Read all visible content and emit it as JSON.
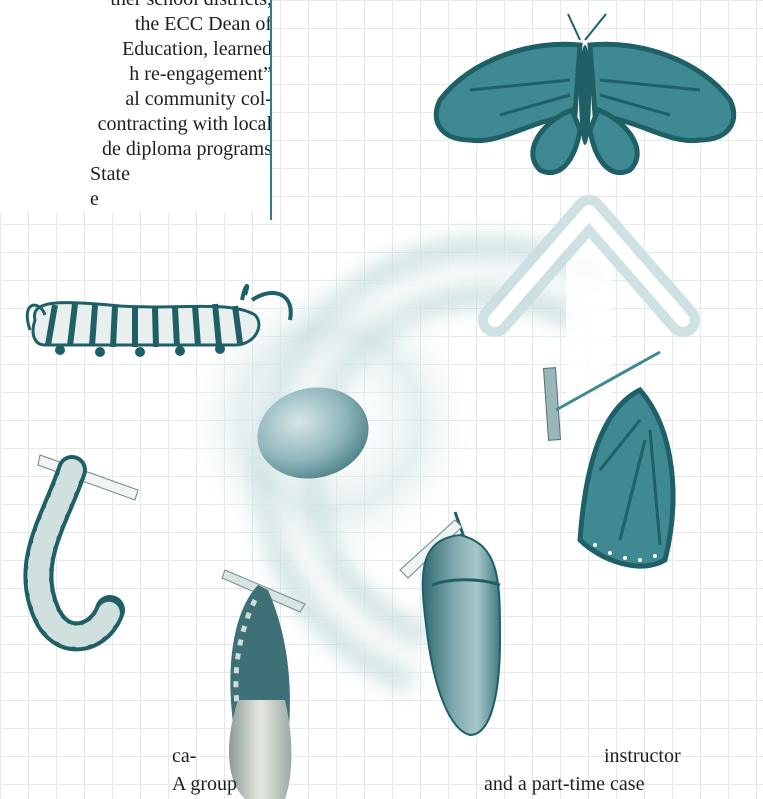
{
  "article": {
    "column_lines": [
      "ther school districts,",
      "the ECC Dean of",
      "Education, learned",
      "h re-engagement”",
      "al community col-",
      "contracting with local",
      "de diploma programs",
      "State",
      "e"
    ],
    "bottom_left_line1": "ca-",
    "bottom_left_line2": "A group",
    "bottom_right_line1": "instructor",
    "bottom_right_line2": "and a part-time case"
  },
  "illustration": {
    "subject": "monarch butterfly life cycle",
    "stages": [
      "egg",
      "caterpillar",
      "hanging caterpillar",
      "forming chrysalis",
      "chrysalis",
      "emerging butterfly",
      "adult butterfly"
    ],
    "colors": {
      "teal_dark": "#1f5f66",
      "teal_mid": "#3f8a92",
      "teal_light": "#b7d5d8",
      "grid": "#e3eaec"
    }
  }
}
